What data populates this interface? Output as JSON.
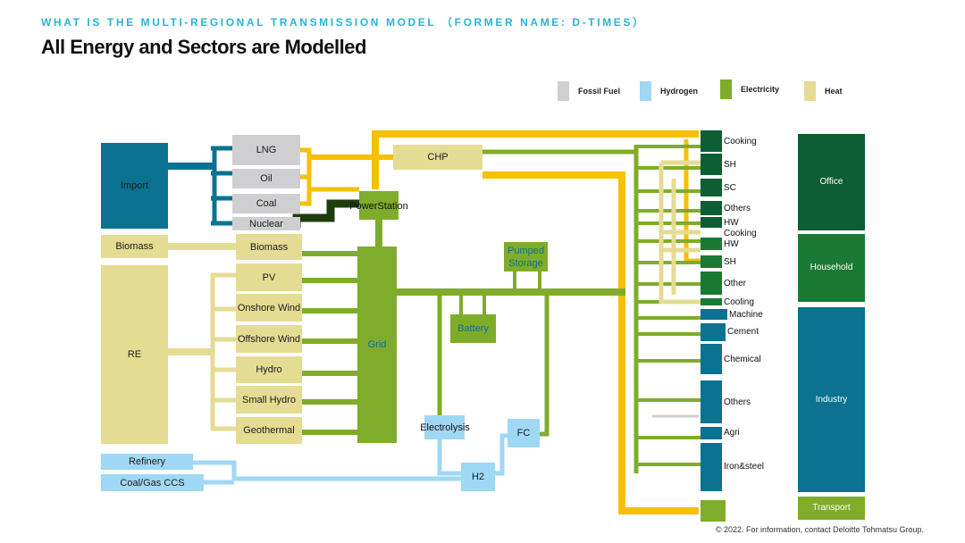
{
  "header": {
    "eyebrow": "WHAT IS THE MULTI-REGIONAL TRANSMISSION MODEL （FORMER NAME: D-TIMES）",
    "title": "All Energy and Sectors are Modelled"
  },
  "legend": [
    {
      "label": "Fossil Fuel",
      "color": "#cfcfd1"
    },
    {
      "label": "Hydrogen",
      "color": "#9fd8f4"
    },
    {
      "label": "Electricity",
      "color": "#7fac2b"
    },
    {
      "label": "Heat",
      "color": "#e4dc93"
    }
  ],
  "colors": {
    "fossil": "#cfcfd1",
    "hydrogen": "#9fd8f4",
    "electricity": "#7fac2b",
    "heat": "#e4dc93",
    "flow_heat_supply": "#f7c000",
    "import_teal": "#0b7291",
    "nuclear_dark": "#1e3d0c",
    "sector_dark_green": "#0e5e33",
    "sector_mid_green": "#1a7a34",
    "sector_teal": "#0b7291",
    "transport_green": "#7fac2b"
  },
  "sources": {
    "import": "Import",
    "biomass": "Biomass",
    "re": "RE",
    "refinery": "Refinery",
    "coal_gas_ccs": "Coal/Gas CCS"
  },
  "fuels": {
    "lng": "LNG",
    "oil": "Oil",
    "coal": "Coal",
    "nuclear": "Nuclear",
    "biomass": "Biomass"
  },
  "renewables": {
    "pv": "PV",
    "onshore_wind": "Onshore Wind",
    "offshore_wind": "Offshore Wind",
    "hydro": "Hydro",
    "small_hydro": "Small Hydro",
    "geothermal": "Geothermal"
  },
  "conversion": {
    "chp": "CHP",
    "power_station": "PowerStation",
    "grid": "Grid",
    "pumped_storage": "Pumped Storage",
    "battery": "Battery",
    "electrolysis": "Electrolysis",
    "fc": "FC",
    "h2": "H2"
  },
  "end_uses": {
    "cooking_1": "Cooking",
    "sh_1": "SH",
    "sc": "SC",
    "others_1": "Others",
    "hw_1": "HW",
    "cooking_2": "Cooking",
    "hw_2": "HW",
    "sh_2": "SH",
    "other": "Other",
    "cooling": "Cooling",
    "machine": "Machine",
    "cement": "Cement",
    "chemical": "Chemical",
    "others_2": "Others",
    "agri": "Agri",
    "iron_steel": "Iron&steel"
  },
  "sectors": {
    "office": "Office",
    "household": "Household",
    "industry": "Industry",
    "transport": "Transport"
  },
  "footer": "© 2022. For information, contact Deloitte Tohmatsu Group."
}
